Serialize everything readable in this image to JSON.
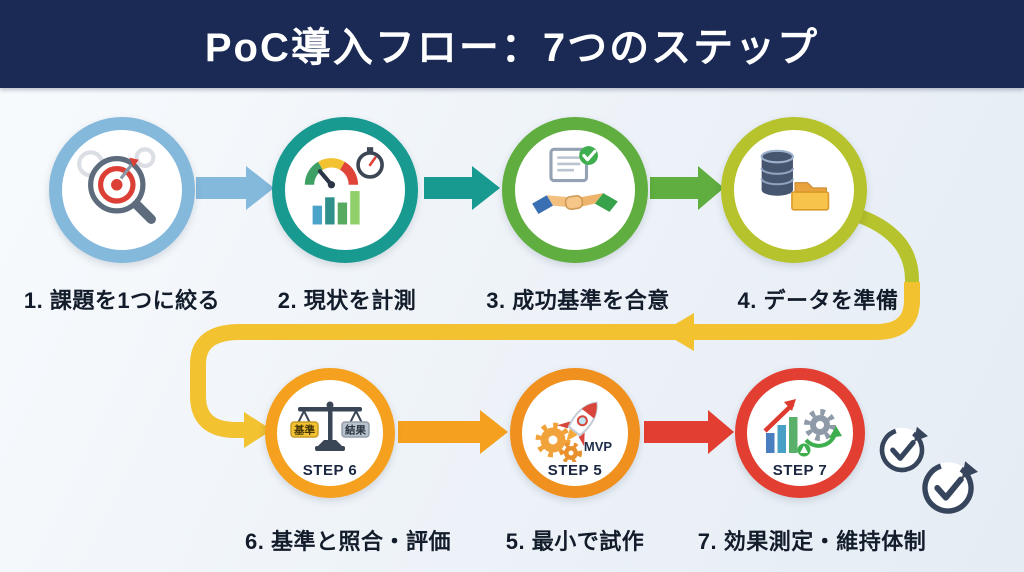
{
  "title": "PoC導入フロー：7つのステップ",
  "colors": {
    "header_bg": "#1a2a55",
    "connector_yellow": "#f2c230",
    "badge": "#36455c",
    "label_text": "#121c2b"
  },
  "steps": [
    {
      "number": 1,
      "label": "1. 課題を1つに絞る",
      "ring_color": "#85b9dc",
      "icon": "target-magnifier"
    },
    {
      "number": 2,
      "label": "2. 現状を計測",
      "ring_color": "#189a90",
      "icon": "gauge-stopwatch-chart"
    },
    {
      "number": 3,
      "label": "3. 成功基準を合意",
      "ring_color": "#5fae3f",
      "icon": "document-handshake"
    },
    {
      "number": 4,
      "label": "4. データを準備",
      "ring_color": "#b6c32c",
      "icon": "database-folder"
    },
    {
      "number": 5,
      "label": "5. 最小で試作",
      "ring_color": "#f0901e",
      "inner_label": "STEP 5",
      "mvp_label": "MVP",
      "icon": "rocket-gears"
    },
    {
      "number": 6,
      "label": "6. 基準と照合・評価",
      "ring_color": "#f5a11f",
      "inner_label": "STEP 6",
      "scale_left_label": "基準",
      "scale_right_label": "結果",
      "icon": "balance-scale"
    },
    {
      "number": 7,
      "label": "7. 効果測定・維持体制",
      "ring_color": "#e23e31",
      "inner_label": "STEP 7",
      "icon": "chart-gear"
    }
  ]
}
